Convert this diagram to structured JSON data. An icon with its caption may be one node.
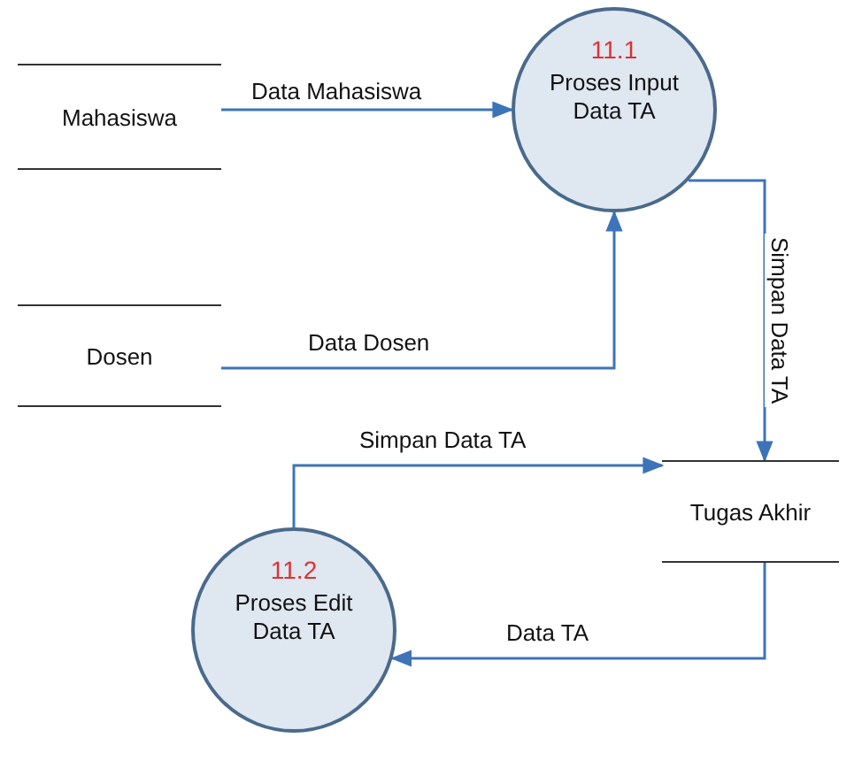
{
  "diagram": {
    "nodes": [
      {
        "text": [
          "Mahasiswa"
        ]
      },
      {
        "text": [
          "11.1",
          "Proses Input Data TA"
        ]
      },
      {
        "text": [
          "Dosen"
        ]
      },
      {
        "text": [
          "Tugas Akhir"
        ]
      },
      {
        "text": [
          "11.2",
          "Proses Edit Data TA"
        ]
      }
    ],
    "edges": [
      {
        "from": 0,
        "to": 1,
        "arrow": "to",
        "label": "Data Mahasiswa"
      },
      {
        "from": 2,
        "to": 1,
        "arrow": "to",
        "label": "Data Dosen"
      },
      {
        "from": 1,
        "to": 3,
        "arrow": "to",
        "label": "Simpan Data TA"
      },
      {
        "from": 4,
        "to": 3,
        "arrow": "to",
        "label": "Simpan Data TA"
      },
      {
        "from": 3,
        "to": 4,
        "arrow": "to",
        "label": "Data TA"
      }
    ]
  }
}
